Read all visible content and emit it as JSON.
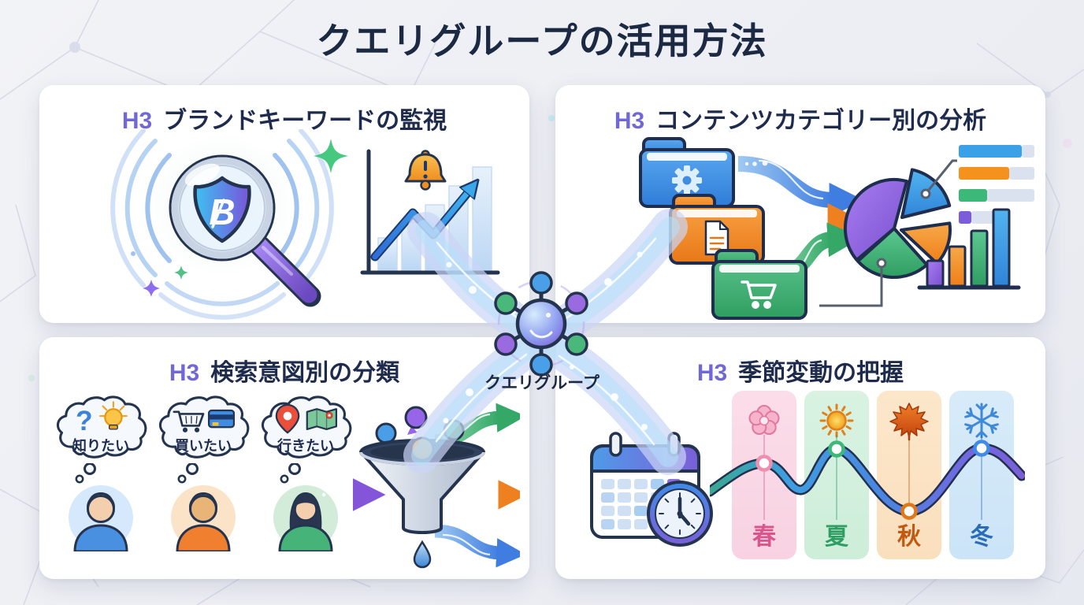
{
  "title": "クエリグループの活用方法",
  "center": {
    "label": "クエリグループ",
    "icon": "network-hub-icon"
  },
  "cards": {
    "brand": {
      "tag": "H3",
      "title": "ブランドキーワードの監視",
      "logo_letter": "B",
      "icons": [
        "shield-magnifier-icon",
        "sparkle-icon",
        "signal-arcs-icon",
        "alert-bell-icon",
        "trend-up-chart-icon"
      ]
    },
    "category": {
      "tag": "H3",
      "title": "コンテンツカテゴリー別の分析",
      "icons": [
        "folder-gear-icon",
        "folder-document-icon",
        "folder-cart-icon",
        "flow-arrow-icon",
        "pie-chart-icon",
        "legend-bars-icon",
        "bar-chart-icon"
      ],
      "viz": {
        "pie_slice_colors": [
          "#7a4fd0",
          "#2f9e60",
          "#ee7f18",
          "#2f84d8"
        ],
        "legend_colors": [
          "#3aa0e8",
          "#f5921e",
          "#3cb878",
          "#7c5cd8"
        ],
        "bar_order_colors": [
          "#7a4fd0",
          "#ee7f18",
          "#2f9e60",
          "#2f84d8"
        ]
      }
    },
    "intent": {
      "tag": "H3",
      "title": "検索意図別の分類",
      "icons": [
        "thought-bubble-icon",
        "funnel-icon",
        "flow-arrow-icon",
        "water-drop-icon"
      ]
    },
    "seasonal": {
      "tag": "H3",
      "title": "季節変動の把握",
      "icons": [
        "calendar-icon",
        "clock-icon",
        "season-wave-chart-icon"
      ]
    }
  },
  "intent_flow": {
    "bubbles": [
      {
        "label": "知りたい",
        "glyph": "?",
        "icons": [
          "question-mark-icon",
          "lightbulb-icon"
        ],
        "persona": "male-avatar-blue"
      },
      {
        "label": "買いたい",
        "icons": [
          "shopping-cart-icon",
          "credit-card-icon"
        ],
        "persona": "male-avatar-orange"
      },
      {
        "label": "行きたい",
        "icons": [
          "map-pin-icon",
          "map-icon"
        ],
        "persona": "female-avatar-green"
      }
    ]
  },
  "seasons": {
    "items": [
      {
        "label": "春",
        "icon": "cherry-blossom-icon",
        "accent": "#d9568c",
        "bg": "#fadbe8"
      },
      {
        "label": "夏",
        "icon": "sun-icon",
        "accent": "#2f9e63",
        "bg": "#d5f0df"
      },
      {
        "label": "秋",
        "icon": "maple-leaf-icon",
        "accent": "#c05a10",
        "bg": "#fbe5c8"
      },
      {
        "label": "冬",
        "icon": "snowflake-icon",
        "accent": "#2b6cb8",
        "bg": "#d3e8f8"
      }
    ]
  },
  "colors": {
    "background": "#eceef3",
    "card": "#ffffff",
    "heading": "#1e2b4c",
    "h3_accent": "#7168d6",
    "title": "#1c2942",
    "blue": "#3f8ce0",
    "orange": "#ef8e1f",
    "green": "#3cb878",
    "purple": "#8b5cf6",
    "stream": "#c9d6f7"
  }
}
